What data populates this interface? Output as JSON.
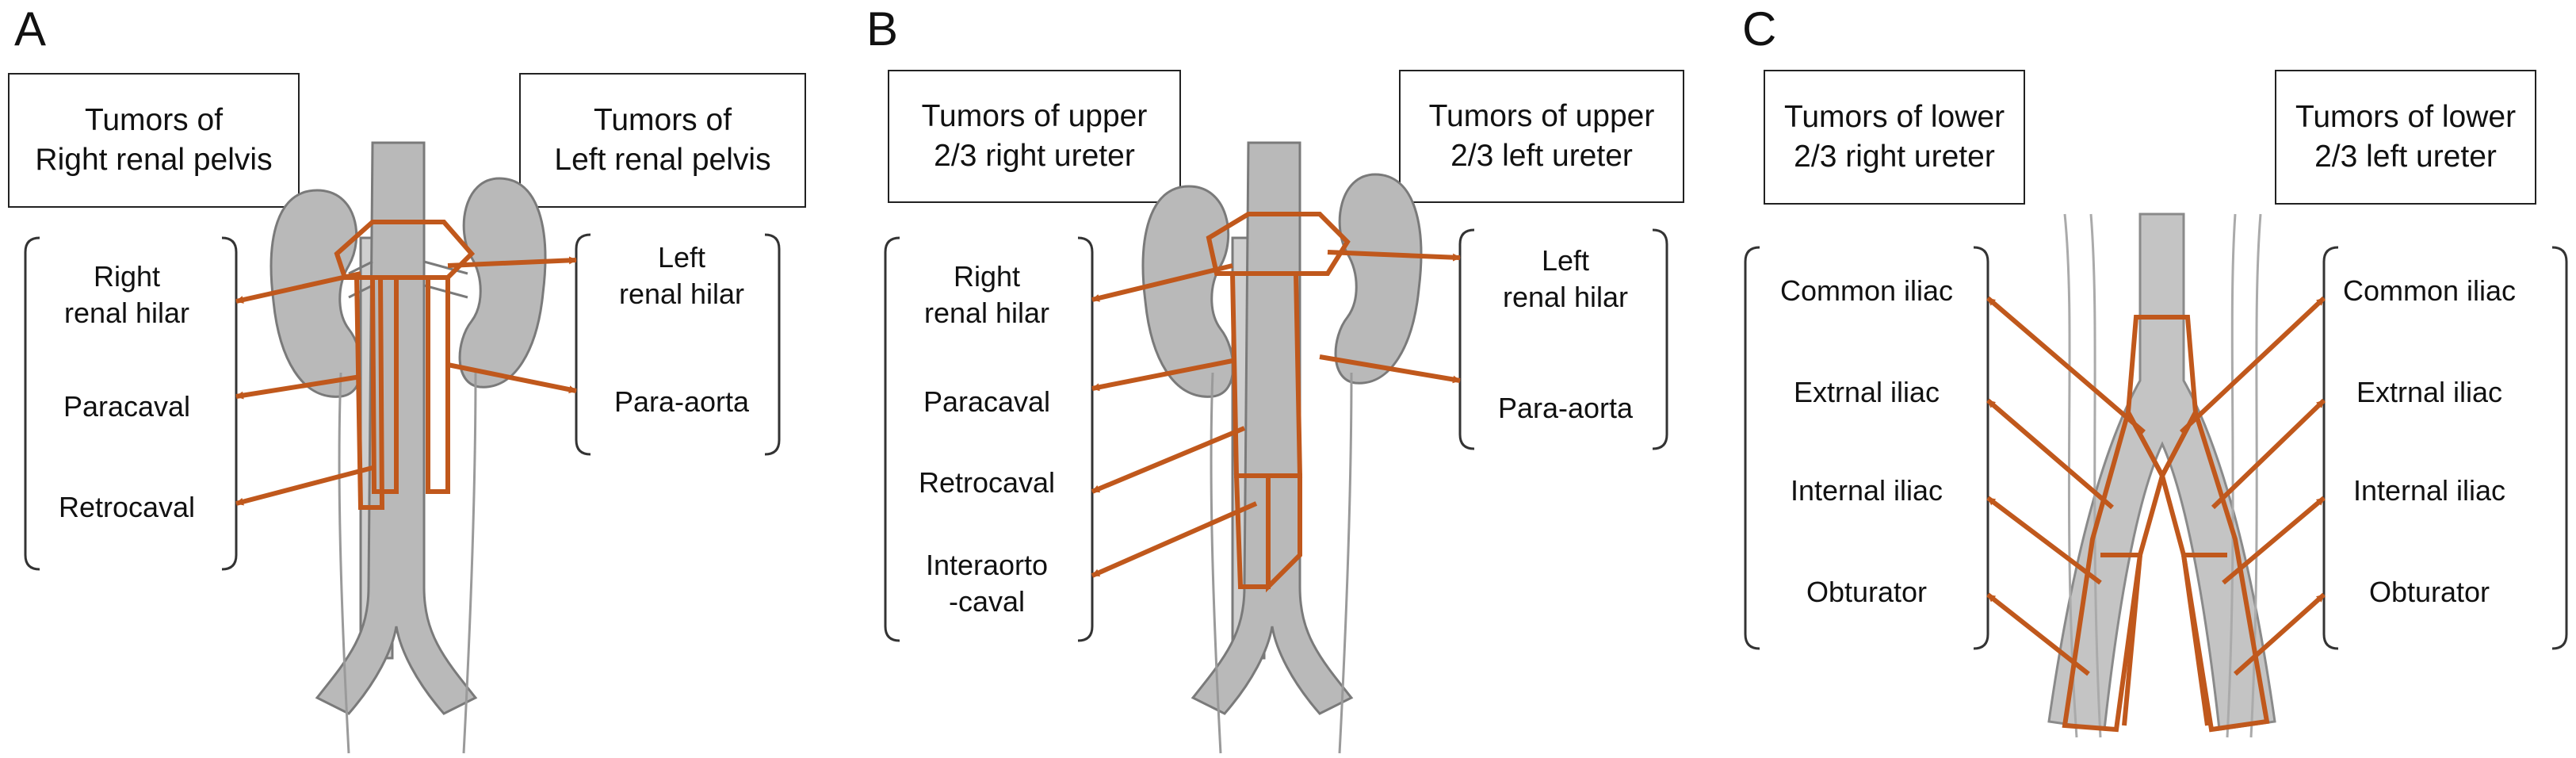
{
  "panels": [
    {
      "letter": "A",
      "left_box": [
        "Tumors of",
        "Right renal pelvis"
      ],
      "right_box": [
        "Tumors of",
        "Left renal pelvis"
      ],
      "left_labels": [
        [
          "Right",
          "renal hilar"
        ],
        [
          "Paracaval"
        ],
        [
          "Retrocaval"
        ]
      ],
      "right_labels": [
        [
          "Left",
          "renal hilar"
        ],
        [
          "Para-aorta"
        ]
      ]
    },
    {
      "letter": "B",
      "left_box": [
        "Tumors of upper",
        "2/3 right ureter"
      ],
      "right_box": [
        "Tumors of upper",
        "2/3 left ureter"
      ],
      "left_labels": [
        [
          "Right",
          "renal hilar"
        ],
        [
          "Paracaval"
        ],
        [
          "Retrocaval"
        ],
        [
          "Interaorto",
          "-caval"
        ]
      ],
      "right_labels": [
        [
          "Left",
          "renal hilar"
        ],
        [
          "Para-aorta"
        ]
      ]
    },
    {
      "letter": "C",
      "left_box": [
        "Tumors of lower",
        "2/3 right ureter"
      ],
      "right_box": [
        "Tumors of lower",
        "2/3 left ureter"
      ],
      "left_labels": [
        [
          "Common iliac"
        ],
        [
          "Extrnal iliac"
        ],
        [
          "Internal iliac"
        ],
        [
          "Obturator"
        ]
      ],
      "right_labels": [
        [
          "Common iliac"
        ],
        [
          "Extrnal iliac"
        ],
        [
          "Internal iliac"
        ],
        [
          "Obturator"
        ]
      ]
    }
  ],
  "colors": {
    "arrow": "#c0581c",
    "organ_fill": "#b9b9b9",
    "organ_stroke": "#7a7a7a",
    "vessel_fill": "#cfcfcf"
  }
}
